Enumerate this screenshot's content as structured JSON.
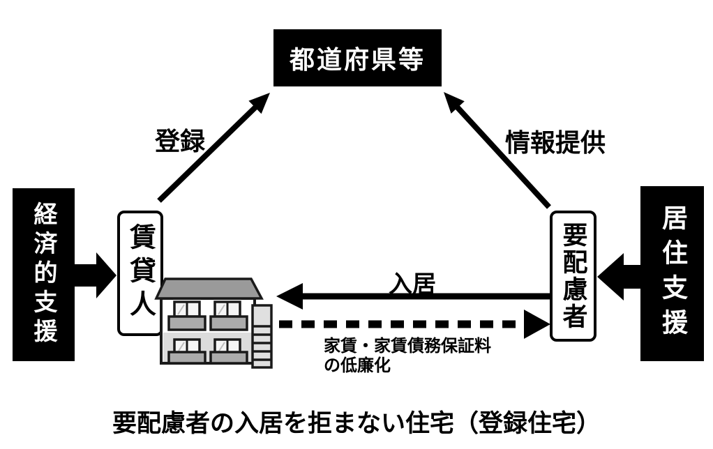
{
  "diagram": {
    "top_box": {
      "label": "都道府県等"
    },
    "left_support_box": {
      "label": "経済的支援"
    },
    "right_support_box": {
      "label": "居住支援"
    },
    "landlord_box": {
      "label": "賃貸人"
    },
    "tenant_box": {
      "label": "要配慮者"
    },
    "arrows": {
      "registration_label": "登録",
      "information_label": "情報提供",
      "movein_label": "入居",
      "rent_subsidy_label_line1": "家賃・家賃債務保証料",
      "rent_subsidy_label_line2": "の低廉化"
    },
    "caption": "要配慮者の入居を拒まない住宅（登録住宅）",
    "colors": {
      "box_black": "#000000",
      "box_white": "#ffffff",
      "roof_gray": "#9a9a9a",
      "lower_floor_gray": "#dcdcdc",
      "balcony_gray": "#ababab",
      "stair_gray": "#e0e0e0",
      "outline": "#1a1a1a"
    }
  }
}
